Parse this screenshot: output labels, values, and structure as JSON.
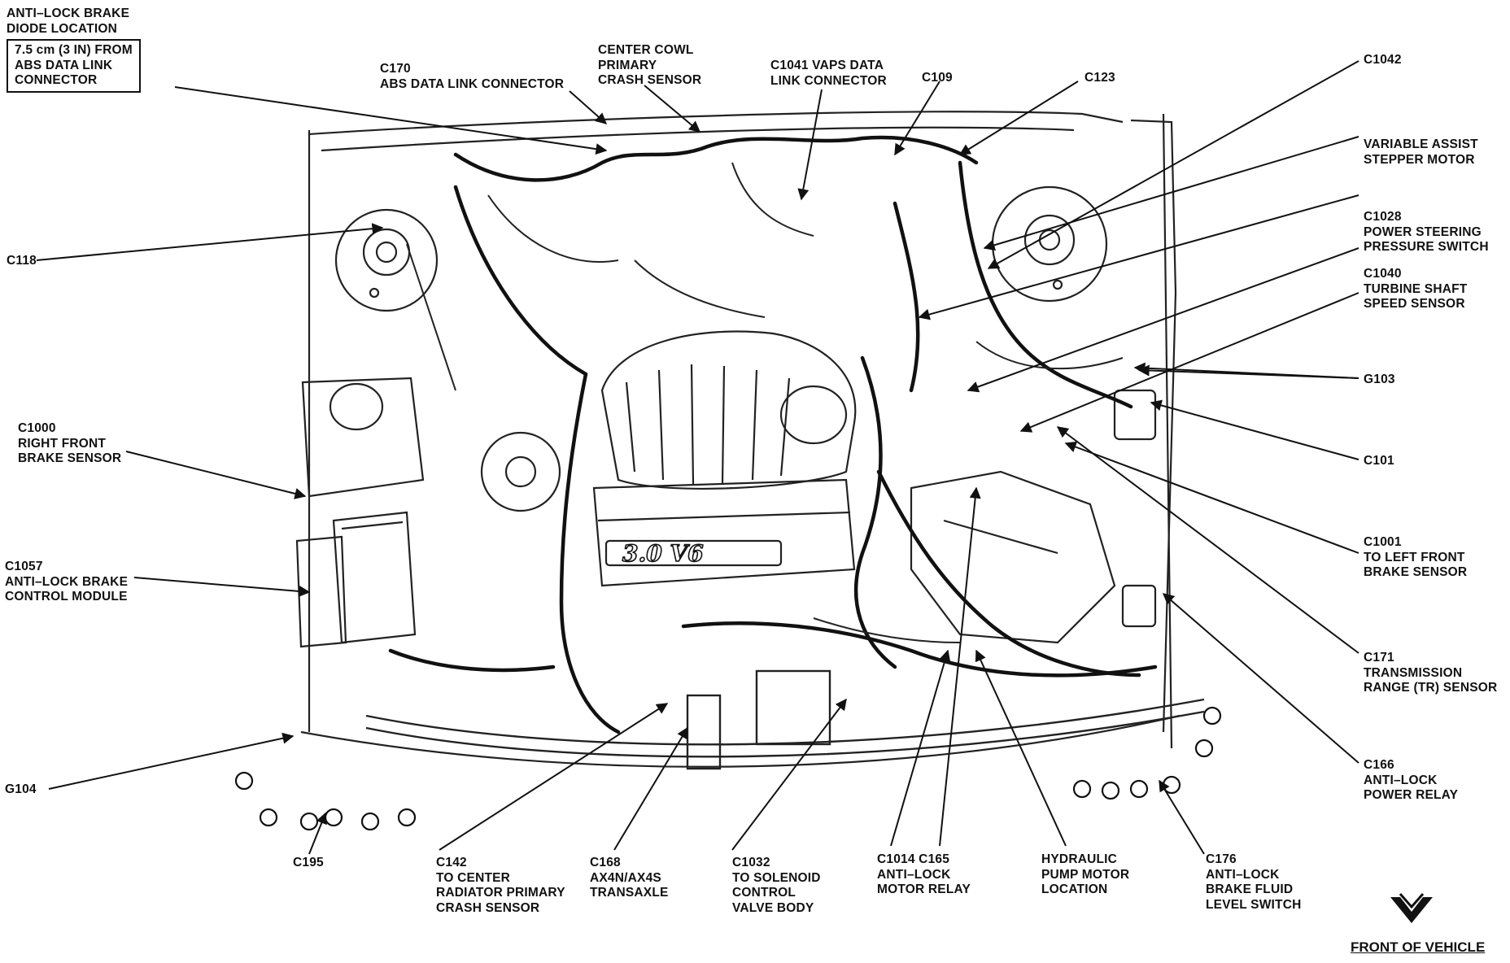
{
  "labels": [
    {
      "id": "anti-lock-brake-diode-location",
      "lines": [
        "ANTI–LOCK BRAKE",
        "DIODE LOCATION"
      ]
    },
    {
      "id": "diode-distance-note",
      "lines": [
        "7.5 cm (3 IN) FROM",
        "ABS DATA LINK",
        "CONNECTOR"
      ]
    },
    {
      "id": "c170",
      "lines": [
        "C170",
        "ABS DATA LINK CONNECTOR"
      ]
    },
    {
      "id": "center-cowl",
      "lines": [
        "CENTER COWL",
        "PRIMARY",
        "CRASH SENSOR"
      ]
    },
    {
      "id": "c1041",
      "lines": [
        "C1041 VAPS DATA",
        "LINK CONNECTOR"
      ]
    },
    {
      "id": "c109",
      "lines": [
        "C109"
      ]
    },
    {
      "id": "c123",
      "lines": [
        "C123"
      ]
    },
    {
      "id": "c1042",
      "lines": [
        "C1042"
      ]
    },
    {
      "id": "variable-assist",
      "lines": [
        "VARIABLE ASSIST",
        "STEPPER MOTOR"
      ]
    },
    {
      "id": "c1028",
      "lines": [
        "C1028",
        "POWER STEERING",
        "PRESSURE SWITCH"
      ]
    },
    {
      "id": "c1040",
      "lines": [
        "C1040",
        "TURBINE SHAFT",
        "SPEED SENSOR"
      ]
    },
    {
      "id": "g103",
      "lines": [
        "G103"
      ]
    },
    {
      "id": "c101",
      "lines": [
        "C101"
      ]
    },
    {
      "id": "c1001",
      "lines": [
        "C1001",
        "TO LEFT FRONT",
        "BRAKE SENSOR"
      ]
    },
    {
      "id": "c171",
      "lines": [
        "C171",
        "TRANSMISSION",
        "RANGE (TR) SENSOR"
      ]
    },
    {
      "id": "c166",
      "lines": [
        "C166",
        "ANTI–LOCK",
        "POWER RELAY"
      ]
    },
    {
      "id": "c176",
      "lines": [
        "C176",
        "ANTI–LOCK",
        "BRAKE FLUID",
        "LEVEL SWITCH"
      ]
    },
    {
      "id": "hydraulic-pump",
      "lines": [
        "HYDRAULIC",
        "PUMP MOTOR",
        "LOCATION"
      ]
    },
    {
      "id": "c1014-c165",
      "lines": [
        "C1014 C165",
        "ANTI–LOCK",
        "MOTOR RELAY"
      ]
    },
    {
      "id": "c1032",
      "lines": [
        "C1032",
        "TO SOLENOID",
        "CONTROL",
        "VALVE BODY"
      ]
    },
    {
      "id": "c168",
      "lines": [
        "C168",
        "AX4N/AX4S",
        "TRANSAXLE"
      ]
    },
    {
      "id": "c142",
      "lines": [
        "C142",
        "TO CENTER",
        "RADIATOR PRIMARY",
        "CRASH SENSOR"
      ]
    },
    {
      "id": "c195",
      "lines": [
        "C195"
      ]
    },
    {
      "id": "g104",
      "lines": [
        "G104"
      ]
    },
    {
      "id": "c1057",
      "lines": [
        "C1057",
        "ANTI–LOCK BRAKE",
        "CONTROL MODULE"
      ]
    },
    {
      "id": "c1000",
      "lines": [
        "C1000",
        "RIGHT FRONT",
        "BRAKE SENSOR"
      ]
    },
    {
      "id": "c118",
      "lines": [
        "C118"
      ]
    }
  ],
  "engine_badge": "3.0 V6",
  "footer": {
    "front_of_vehicle": "FRONT OF VEHICLE"
  }
}
